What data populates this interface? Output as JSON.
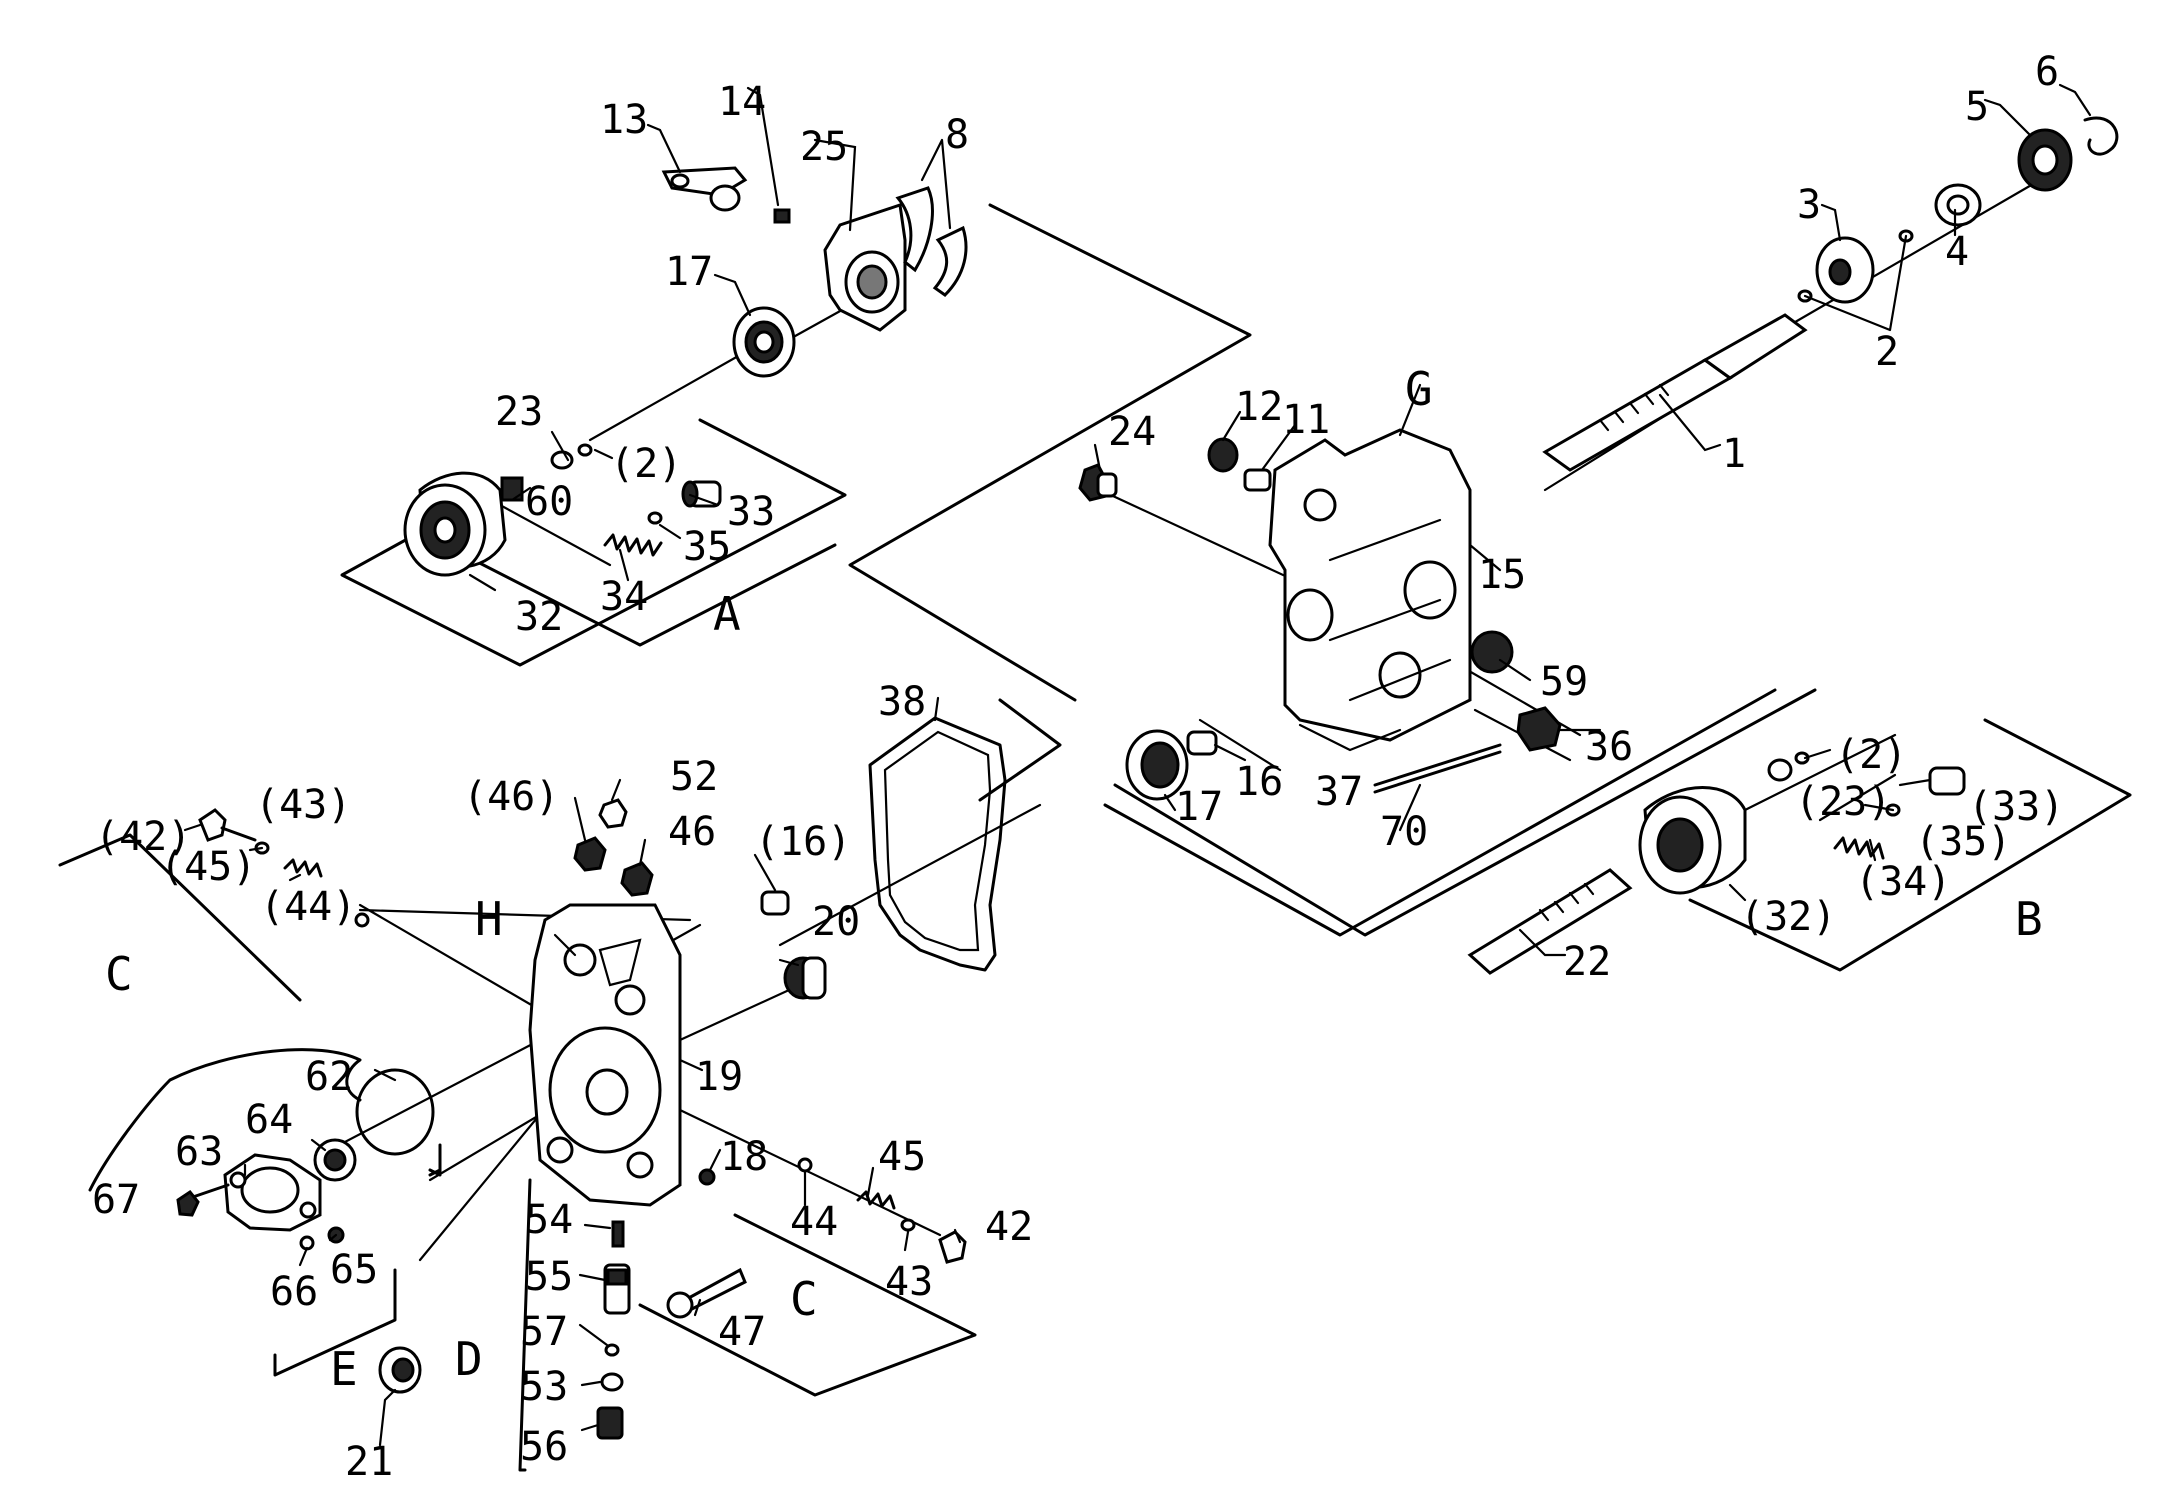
{
  "labels": [
    {
      "id": "p1",
      "text": "1"
    },
    {
      "id": "p2",
      "text": "2"
    },
    {
      "id": "p3",
      "text": "3"
    },
    {
      "id": "p4",
      "text": "4"
    },
    {
      "id": "p5",
      "text": "5"
    },
    {
      "id": "p6",
      "text": "6"
    },
    {
      "id": "p8",
      "text": "8"
    },
    {
      "id": "p11",
      "text": "11"
    },
    {
      "id": "p12",
      "text": "12"
    },
    {
      "id": "p13",
      "text": "13"
    },
    {
      "id": "p14",
      "text": "14"
    },
    {
      "id": "p15",
      "text": "15"
    },
    {
      "id": "p16",
      "text": "16"
    },
    {
      "id": "p16b",
      "text": "(16)"
    },
    {
      "id": "p17a",
      "text": "17"
    },
    {
      "id": "p17b",
      "text": "17"
    },
    {
      "id": "p18",
      "text": "18"
    },
    {
      "id": "p19",
      "text": "19"
    },
    {
      "id": "p20",
      "text": "20"
    },
    {
      "id": "p21",
      "text": "21"
    },
    {
      "id": "p22",
      "text": "22"
    },
    {
      "id": "p23",
      "text": "23"
    },
    {
      "id": "p23b",
      "text": "(23)"
    },
    {
      "id": "p24",
      "text": "24"
    },
    {
      "id": "p25",
      "text": "25"
    },
    {
      "id": "p2a",
      "text": "(2)"
    },
    {
      "id": "p2b",
      "text": "(2)"
    },
    {
      "id": "p32",
      "text": "32"
    },
    {
      "id": "p32b",
      "text": "(32)"
    },
    {
      "id": "p33",
      "text": "33"
    },
    {
      "id": "p33b",
      "text": "(33)"
    },
    {
      "id": "p34",
      "text": "34"
    },
    {
      "id": "p34b",
      "text": "(34)"
    },
    {
      "id": "p35",
      "text": "35"
    },
    {
      "id": "p35b",
      "text": "(35)"
    },
    {
      "id": "p36",
      "text": "36"
    },
    {
      "id": "p37",
      "text": "37"
    },
    {
      "id": "p38",
      "text": "38"
    },
    {
      "id": "p42",
      "text": "42"
    },
    {
      "id": "p42b",
      "text": "(42)"
    },
    {
      "id": "p43",
      "text": "43"
    },
    {
      "id": "p43b",
      "text": "(43)"
    },
    {
      "id": "p44",
      "text": "44"
    },
    {
      "id": "p44b",
      "text": "(44)"
    },
    {
      "id": "p45",
      "text": "45"
    },
    {
      "id": "p45b",
      "text": "(45)"
    },
    {
      "id": "p46",
      "text": "46"
    },
    {
      "id": "p46b",
      "text": "(46)"
    },
    {
      "id": "p47",
      "text": "47"
    },
    {
      "id": "p52",
      "text": "52"
    },
    {
      "id": "p53",
      "text": "53"
    },
    {
      "id": "p54",
      "text": "54"
    },
    {
      "id": "p55",
      "text": "55"
    },
    {
      "id": "p56",
      "text": "56"
    },
    {
      "id": "p57",
      "text": "57"
    },
    {
      "id": "p59",
      "text": "59"
    },
    {
      "id": "p60",
      "text": "60"
    },
    {
      "id": "p62",
      "text": "62"
    },
    {
      "id": "p63",
      "text": "63"
    },
    {
      "id": "p64",
      "text": "64"
    },
    {
      "id": "p65",
      "text": "65"
    },
    {
      "id": "p66",
      "text": "66"
    },
    {
      "id": "p67",
      "text": "67"
    },
    {
      "id": "p70",
      "text": "70"
    }
  ],
  "groups": [
    {
      "id": "gA",
      "text": "A"
    },
    {
      "id": "gB",
      "text": "B"
    },
    {
      "id": "gC1",
      "text": "C"
    },
    {
      "id": "gC2",
      "text": "C"
    },
    {
      "id": "gD",
      "text": "D"
    },
    {
      "id": "gE",
      "text": "E"
    },
    {
      "id": "gG",
      "text": "G"
    },
    {
      "id": "gH",
      "text": "H"
    }
  ]
}
